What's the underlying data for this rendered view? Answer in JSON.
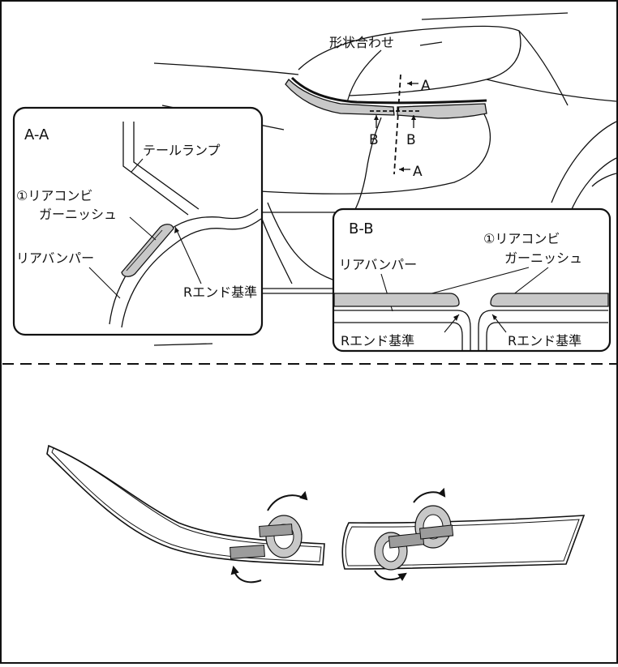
{
  "labels": {
    "shape_match": "形状合わせ",
    "section_a": "A",
    "section_b": "B",
    "aa_title": "A-A",
    "tail_lamp": "テールランプ",
    "garnish_line1": "①リアコンビ",
    "garnish_line2": "ガーニッシュ",
    "rear_bumper": "リアバンパー",
    "r_end_ref": "Rエンド基準",
    "bb_title": "B-B"
  },
  "colors": {
    "line": "#111111",
    "part_fill": "#c8c8c8",
    "tape_fill": "#9c9c9c",
    "background": "#ffffff"
  }
}
